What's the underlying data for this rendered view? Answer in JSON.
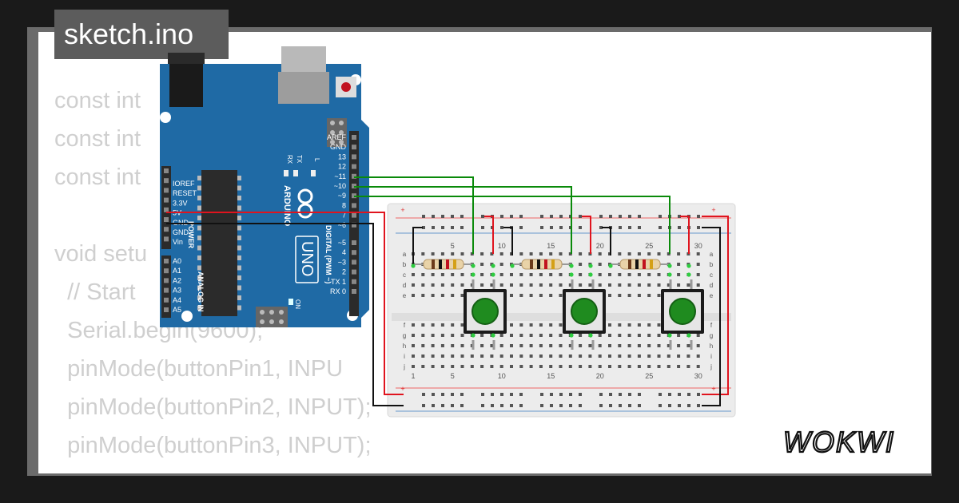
{
  "file_tab": {
    "label": "sketch.ino"
  },
  "code_lines": [
    "const int",
    "const int",
    "const int",
    "",
    "void setu",
    "  // Start",
    "  Serial.begin(9600);",
    "  pinMode(buttonPin1, INPU",
    "  pinMode(buttonPin2, INPUT);",
    "  pinMode(buttonPin3, INPUT);",
    "}"
  ],
  "brand": {
    "logo_text": "WOKWI"
  },
  "arduino": {
    "brand": "ARDUINO",
    "model": "UNO",
    "on_label": "ON",
    "digital_header": "DIGITAL (PWM ~)",
    "power_header": "POWER",
    "analog_header": "ANALOG IN",
    "tx_label": "TX",
    "rx_label": "RX",
    "l_label": "L",
    "digital_pins": [
      "AREF",
      "GND",
      "13",
      "12",
      "~11",
      "~10",
      "~9",
      "8",
      "7",
      "~6",
      "~5",
      "4",
      "~3",
      "2",
      "TX 1",
      "RX 0"
    ],
    "power_pins": [
      "IOREF",
      "RESET",
      "3.3V",
      "5V",
      "GND",
      "GND",
      "Vin"
    ],
    "analog_pins": [
      "A0",
      "A1",
      "A2",
      "A3",
      "A4",
      "A5"
    ]
  },
  "breadboard": {
    "column_labels_top": [
      "5",
      "10",
      "15",
      "20",
      "25",
      "30"
    ],
    "column_labels_bottom": [
      "1",
      "5",
      "10",
      "15",
      "20",
      "25",
      "30"
    ],
    "row_labels_top": [
      "a",
      "b",
      "c",
      "d",
      "e"
    ],
    "row_labels_bottom": [
      "f",
      "g",
      "h",
      "i",
      "j"
    ],
    "rail_plus": "+",
    "rail_minus": "−"
  },
  "components": {
    "buttons": [
      "pushbutton-1",
      "pushbutton-2",
      "pushbutton-3"
    ],
    "resistors": [
      "resistor-1",
      "resistor-2",
      "resistor-3"
    ]
  },
  "colors": {
    "board_blue": "#1f6aa5",
    "wire_red": "#e0141e",
    "wire_green": "#0a8a0a",
    "wire_black": "#111111",
    "button_green": "#1f8b1f",
    "breadboard": "#ececec"
  }
}
